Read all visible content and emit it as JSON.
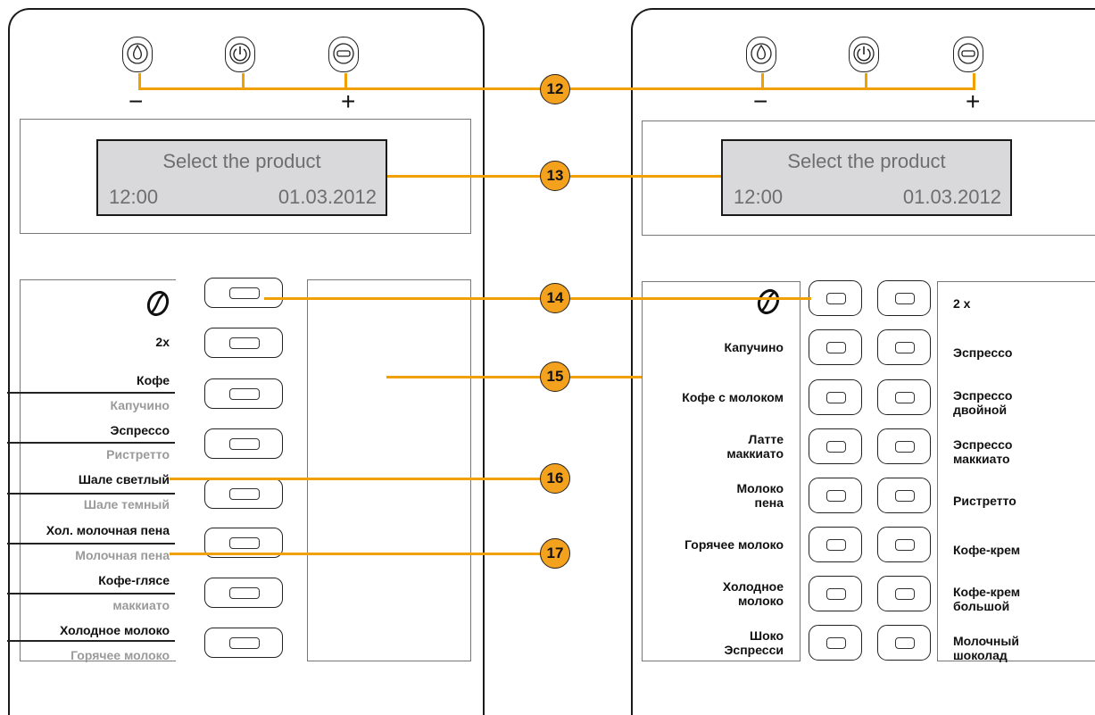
{
  "display": {
    "title": "Select the product",
    "time": "12:00",
    "date": "01.03.2012"
  },
  "controls": {
    "minus": "−",
    "plus": "+"
  },
  "callouts": [
    "12",
    "13",
    "14",
    "15",
    "16",
    "17"
  ],
  "left_panel": {
    "labels": [
      {
        "text": "2x",
        "tone": "black"
      },
      {
        "text": "Кофе",
        "tone": "black"
      },
      {
        "text": "Капучино",
        "tone": "gray"
      },
      {
        "text": "Эспрессо",
        "tone": "black"
      },
      {
        "text": "Ристретто",
        "tone": "gray"
      },
      {
        "text": "Шале светлый",
        "tone": "black"
      },
      {
        "text": "Шале темный",
        "tone": "gray"
      },
      {
        "text": "Хол. молочная пена",
        "tone": "black"
      },
      {
        "text": "Молочная пена",
        "tone": "gray"
      },
      {
        "text": "Кофе-глясе",
        "tone": "black"
      },
      {
        "text": "маккиато",
        "tone": "gray"
      },
      {
        "text": "Холодное молоко",
        "tone": "black"
      },
      {
        "text": "Горячее молоко",
        "tone": "gray"
      }
    ]
  },
  "right_panel": {
    "left_labels": [
      "Капучино",
      "Кофе с молоком",
      "Латте\nмаккиато",
      "Молоко\nпена",
      "Горячее молоко",
      "Холодное\nмолоко",
      "Шоко\nЭспресси"
    ],
    "right_labels": [
      "2 x",
      "Эспрессо",
      "Эспрессо\nдвойной",
      "Эспрессо\nмаккиато",
      "Ристретто",
      "Кофе-крем",
      "Кофе-крем\nбольшой",
      "Молочный\nшоколад"
    ]
  },
  "colors": {
    "callout_fill": "#f4a11e",
    "leader_line": "#f0a000",
    "lcd_background": "#d9d9db",
    "lcd_text": "#6e6e70",
    "secondary_label": "#9a9a9a"
  }
}
